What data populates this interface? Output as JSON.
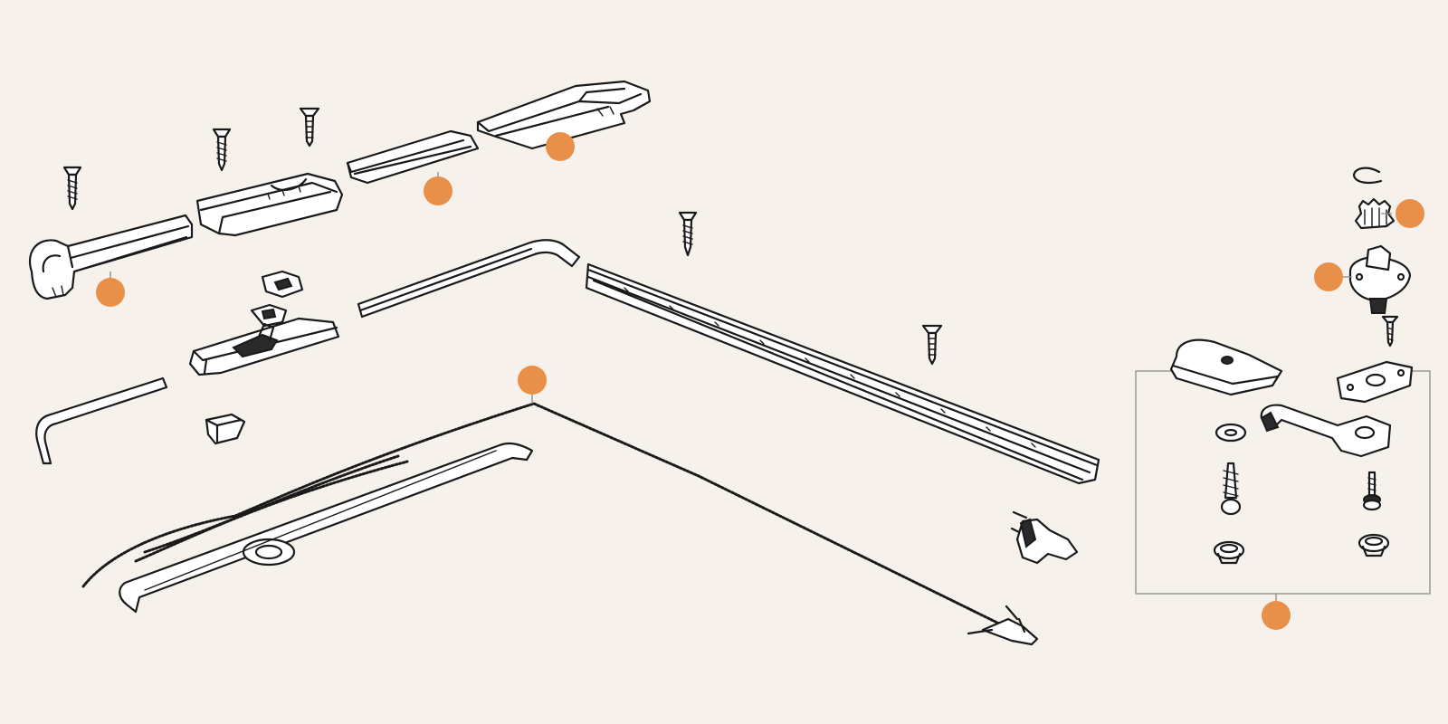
{
  "colors": {
    "background": "#f6f1eb",
    "line_art": "#1a1a1a",
    "hotspot_marker": "#e8904a",
    "bracket_line": "#8a8a8a"
  },
  "hotspots": [
    {
      "name": "hotspot-front-guide-left"
    },
    {
      "name": "hotspot-center-guide-block"
    },
    {
      "name": "hotspot-front-guide-right"
    },
    {
      "name": "hotspot-cable-chain"
    },
    {
      "name": "hotspot-gear-pinion"
    },
    {
      "name": "hotspot-drive-housing"
    },
    {
      "name": "hotspot-crank-handle-kit"
    }
  ]
}
